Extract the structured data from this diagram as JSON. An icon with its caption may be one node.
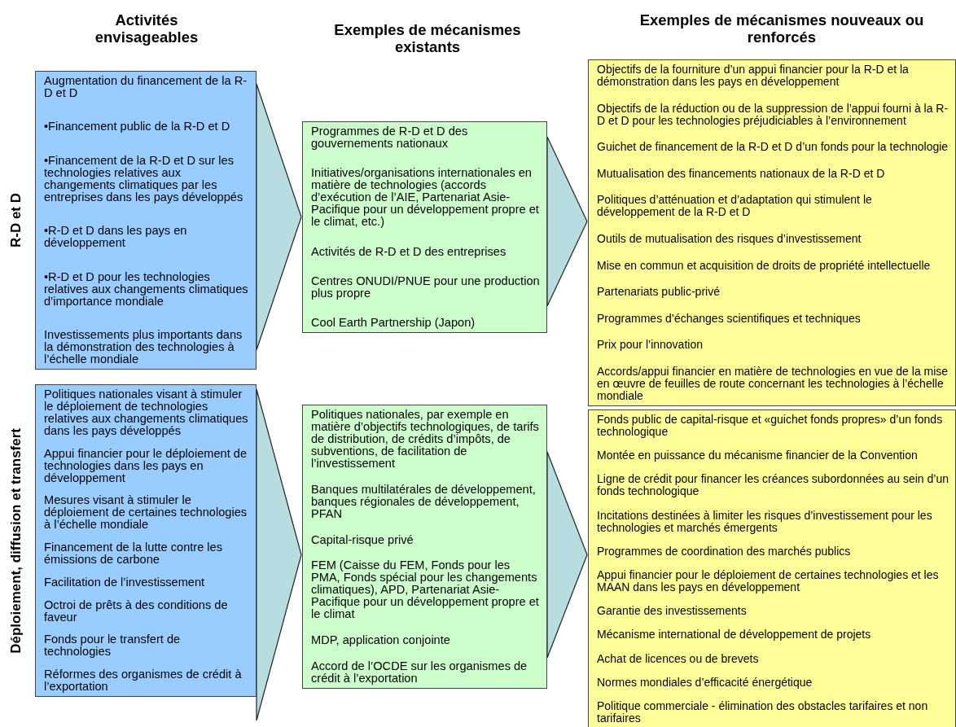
{
  "diagram": {
    "nodes": [
      {
        "text": [
          "Augmentation du financement de la R-D et D",
          "•Financement public de la R-D et D",
          "•Financement de la R-D et D sur les technologies relatives aux changements climatiques par les entreprises dans les pays développés",
          "•R-D et D dans les pays en développement",
          "•R-D et D pour les technologies relatives aux changements climatiques d’importance mondiale",
          "Investissements plus importants dans la démonstration des technologies à l’échelle mondiale"
        ]
      },
      {
        "text": [
          "Programmes de R-D et D des gouvernements nationaux",
          "Initiatives/organisations internationales en matière de technologies (accords d’exécution de l’AIE, Partenariat Asie-Pacifique pour un développement propre et le climat, etc.)",
          "Activités de R-D et D des entreprises",
          "Centres ONUDI/PNUE pour une production plus propre",
          "Cool Earth Partnership (Japon)"
        ]
      },
      {
        "text": [
          "Objectifs de la fourniture d’un appui financier pour la R-D et la démonstration dans les pays en développement",
          "Objectifs de la réduction ou de la suppression de l’appui fourni à la R-D et D pour les technologies préjudiciables à l’environnement",
          "Guichet de financement de la R-D et D d’un fonds pour la technologie",
          "Mutualisation des financements nationaux de la R-D et D",
          "Politiques d’atténuation et d’adaptation qui stimulent le développement de la R-D et D",
          "Outils de mutualisation des risques d’investissement",
          "Mise en commun et acquisition de droits de propriété intellectuelle",
          "Partenariats public-privé",
          "Programmes d’échanges scientifiques et techniques",
          "Prix pour l’innovation",
          "Accords/appui financier en matière de technologies en vue de la mise en œuvre  de feuilles de route concernant les technologies à l’échelle mondiale"
        ]
      },
      {
        "text": [
          "Politiques nationales visant à stimuler le déploiement de technologies relatives aux changements climatiques dans les pays développés",
          "Appui financier pour le déploiement de technologies dans les pays en développement",
          "Mesures visant à stimuler le déploiement de certaines technologies à l’échelle mondiale",
          "Financement de la lutte contre les émissions de carbone",
          "Facilitation de l’investissement",
          "Octroi de prêts à des conditions de faveur",
          "Fonds pour le transfert de technologies",
          "Réformes des organismes de crédit à l’exportation"
        ]
      },
      {
        "text": [
          "Politiques nationales, par exemple en matière d’objectifs technologiques, de tarifs de distribution, de crédits d’impôts, de subventions, de facilitation de l’investissement",
          "Banques multilatérales de développement, banques régionales de développement, PFAN",
          "Capital-risque privé",
          "FEM (Caisse du FEM, Fonds pour les PMA, Fonds spécial pour les changements climatiques), APD, Partenariat Asie-Pacifique pour un développement propre et le climat",
          "MDP, application conjointe",
          "Accord de l’OCDE sur les organismes de crédit à l’exportation"
        ]
      },
      {
        "text": [
          "Fonds public de capital-risque et «guichet fonds propres» d’un fonds technologique",
          "Montée en puissance du mécanisme financier de la Convention",
          "Ligne de crédit pour financer les créances subordonnées au sein d’un fonds technologique",
          "Incitations destinées à limiter les risques d’investissement pour les technologies et marchés émergents",
          "Programmes de coordination des marchés publics",
          "Appui financier pour le déploiement de certaines technologies et les MAAN dans les pays en développement",
          "Garantie des investissements",
          "Mécanisme international de développement de projets",
          "Achat de licences ou de brevets",
          "Normes mondiales d’efficacité énergétique",
          "Politique commerciale - élimination des obstacles tarifaires et non tarifaires"
        ]
      }
    ],
    "edges": [
      {
        "from": 0,
        "to": 1,
        "arrow": "to"
      },
      {
        "from": 1,
        "to": 2,
        "arrow": "to"
      },
      {
        "from": 3,
        "to": 4,
        "arrow": "to"
      },
      {
        "from": 4,
        "to": 5,
        "arrow": "to"
      }
    ],
    "labels": [
      "Activités envisageables",
      "Exemples de mécanismes existants",
      "Exemples de mécanismes nouveaux ou renforcés",
      "R-D et D",
      "Déploiement, diffusion et transfert"
    ]
  }
}
